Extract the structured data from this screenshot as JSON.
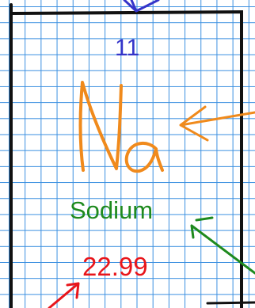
{
  "element_card": {
    "atomic_number": "11",
    "symbol": "Na",
    "name": "Sodium",
    "atomic_mass": "22.99"
  },
  "colors": {
    "grid": "#3a8fe0",
    "card_border": "#111111",
    "atomic_number": "#3434c9",
    "symbol": "#f08a1c",
    "name": "#1e8a1e",
    "atomic_mass": "#e8151b",
    "annotation_arrows": [
      "#3434c9",
      "#f08a1c",
      "#1e8a1e",
      "#e8151b"
    ]
  },
  "icons": {
    "symbol_glyph": "handwritten-na-symbol",
    "arrows": [
      "arrow-to-atomic-number",
      "arrow-to-symbol",
      "arrow-to-name",
      "arrow-to-mass"
    ]
  }
}
